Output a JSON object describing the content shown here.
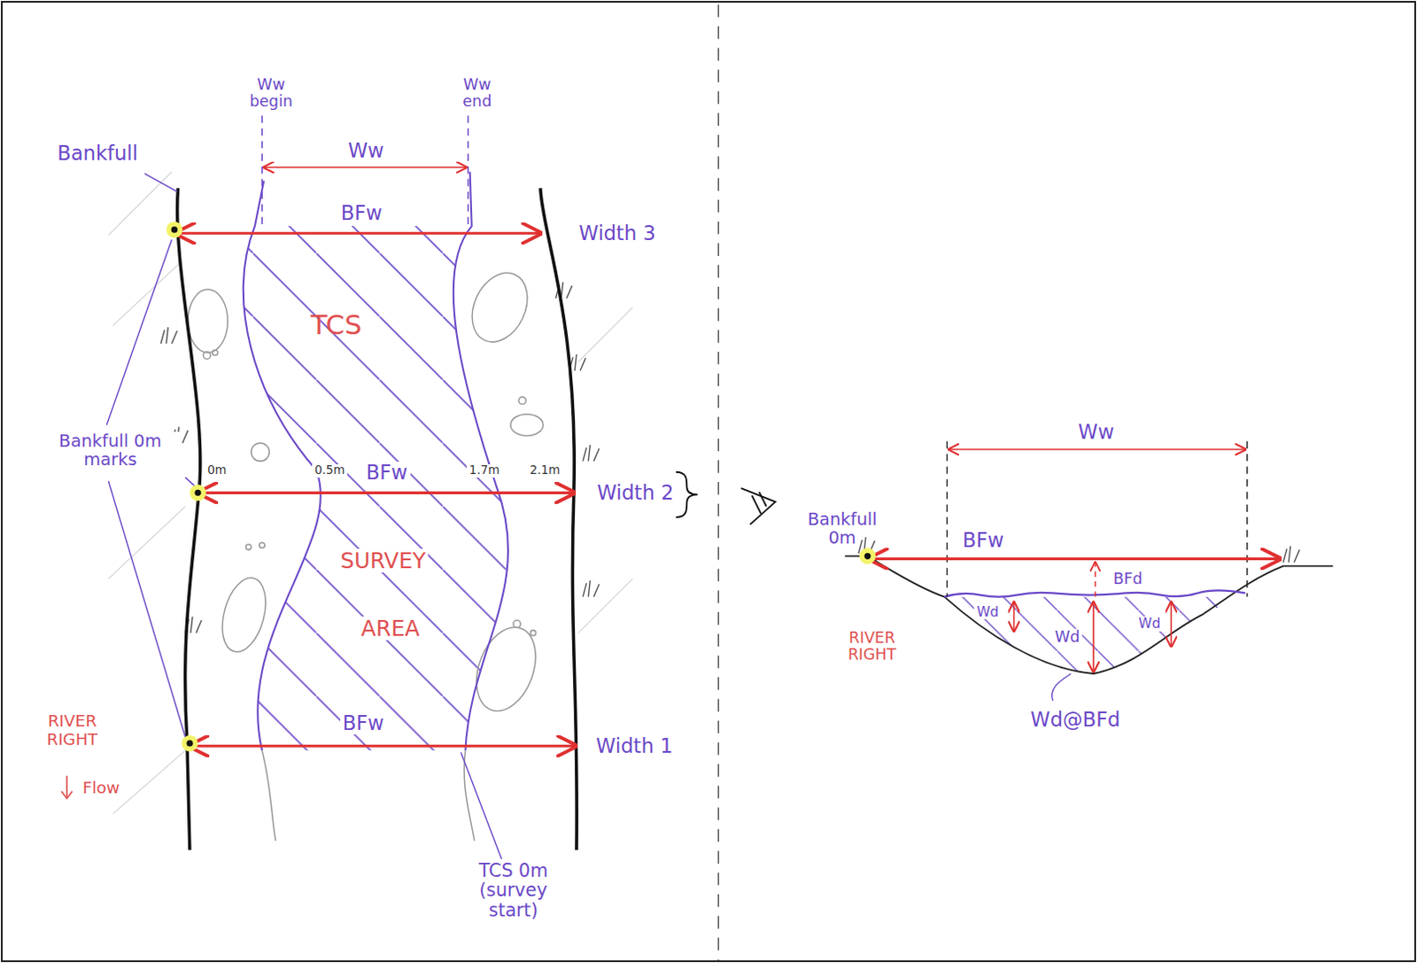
{
  "diagram": {
    "labels": [
      "Ww begin",
      "Ww end",
      "Ww",
      "Bankfull",
      "BFw",
      "Width 3",
      "TCS",
      "Bankfull 0m marks",
      "0m",
      "0.5m",
      "BFw",
      "1.7m",
      "2.1m",
      "Width 2",
      "SURVEY",
      "AREA",
      "RIVER RIGHT",
      "Flow",
      "BFw",
      "Width 1",
      "TCS 0m (survey start)",
      "Ww",
      "Bankfull 0m",
      "BFw",
      "BFd",
      "RIVER RIGHT",
      "Wd",
      "Wd",
      "Wd",
      "Wd@BFd"
    ]
  }
}
